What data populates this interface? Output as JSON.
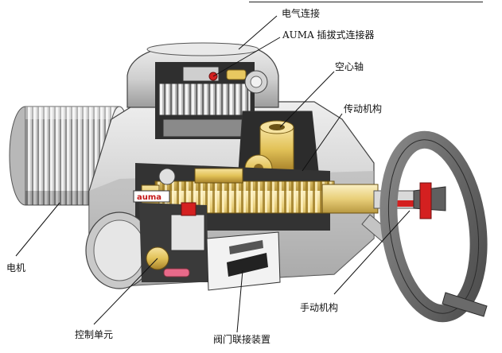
{
  "labels": {
    "electrical_connection": "电气连接",
    "auma_connector": "AUMA 插拔式连接器",
    "hollow_shaft": "空心轴",
    "gearing": "传动机构",
    "motor": "电机",
    "control_unit": "控制单元",
    "valve_attachment": "阀门联接装置",
    "handwheel": "手动机构"
  },
  "housing_brand": "auma",
  "colors": {
    "housing": "#d9d9d9",
    "housing_dark": "#9a9a9a",
    "brass": "#e8c860",
    "brass_dark": "#b8902c",
    "handwheel": "#6e6e6e",
    "accent_red": "#d42020",
    "cutaway_interior": "#3a3a3a"
  }
}
